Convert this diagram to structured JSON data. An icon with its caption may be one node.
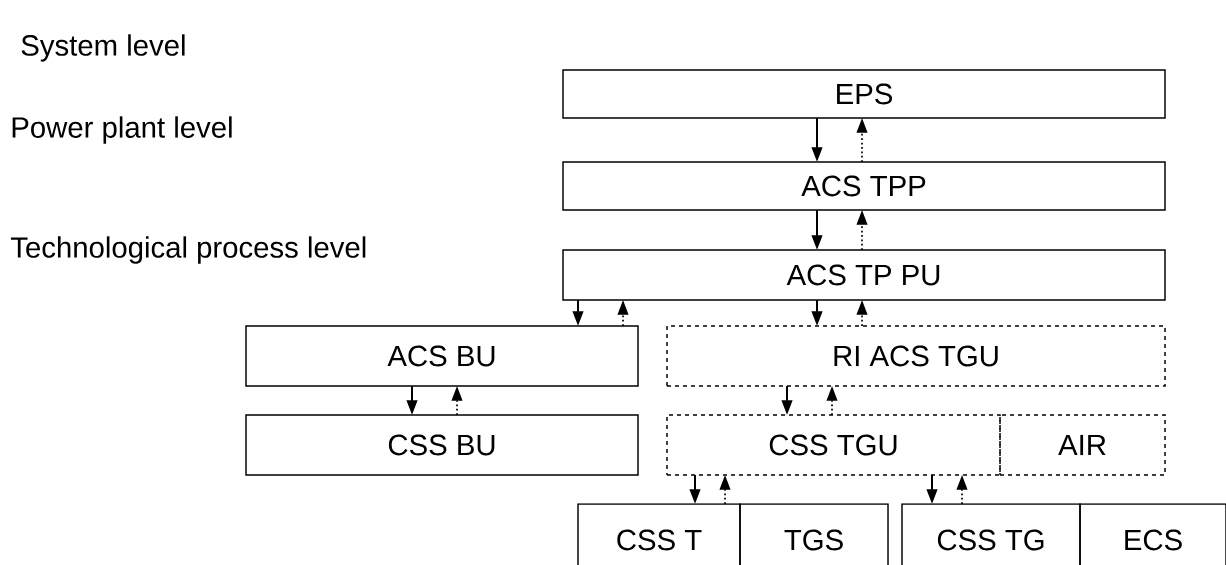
{
  "diagram": {
    "nodes": [
      {
        "text": [
          "EPS"
        ]
      },
      {
        "text": [
          "ACS TPP"
        ]
      },
      {
        "text": [
          "ACS TP PU"
        ]
      },
      {
        "text": [
          "ACS BU"
        ]
      },
      {
        "text": [
          "RI ACS TGU"
        ]
      },
      {
        "text": [
          "CSS BU"
        ]
      },
      {
        "text": [
          "CSS TGU"
        ]
      },
      {
        "text": [
          "AIR"
        ]
      },
      {
        "text": [
          "CSS T"
        ]
      },
      {
        "text": [
          "TGS"
        ]
      },
      {
        "text": [
          "CSS TG"
        ]
      },
      {
        "text": [
          "ECS"
        ]
      }
    ],
    "edges": [
      {
        "from": 0,
        "to": 1,
        "arrow": "to"
      },
      {
        "from": 1,
        "to": 0,
        "arrow": "to",
        "style": "dashed"
      },
      {
        "from": 1,
        "to": 2,
        "arrow": "to"
      },
      {
        "from": 2,
        "to": 1,
        "arrow": "to",
        "style": "dashed"
      },
      {
        "from": 2,
        "to": 3,
        "arrow": "to"
      },
      {
        "from": 3,
        "to": 2,
        "arrow": "to",
        "style": "dashed"
      },
      {
        "from": 2,
        "to": 4,
        "arrow": "to"
      },
      {
        "from": 4,
        "to": 2,
        "arrow": "to",
        "style": "dashed"
      },
      {
        "from": 3,
        "to": 5,
        "arrow": "to"
      },
      {
        "from": 5,
        "to": 3,
        "arrow": "to",
        "style": "dashed"
      },
      {
        "from": 4,
        "to": 6,
        "arrow": "to"
      },
      {
        "from": 6,
        "to": 4,
        "arrow": "to",
        "style": "dashed"
      },
      {
        "from": 6,
        "to": 8,
        "arrow": "to"
      },
      {
        "from": 8,
        "to": 6,
        "arrow": "to",
        "style": "dashed"
      },
      {
        "from": 6,
        "to": 10,
        "arrow": "to"
      },
      {
        "from": 10,
        "to": 6,
        "arrow": "to",
        "style": "dashed"
      }
    ],
    "labels": [
      "System level",
      "Power plant level",
      "Technological process level"
    ]
  }
}
